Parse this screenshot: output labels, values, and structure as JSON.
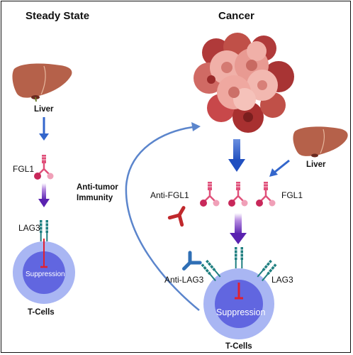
{
  "panels": {
    "left_title": "Steady State",
    "right_title": "Cancer"
  },
  "labels": {
    "liver": "Liver",
    "fgl1": "FGL1",
    "lag3": "LAG3",
    "suppression": "Suppression",
    "t_cells": "T-Cells",
    "anti_tumor": "Anti-tumor",
    "immunity": "Immunity",
    "anti_fgl1": "Anti-FGL1",
    "anti_lag3": "Anti-LAG3"
  },
  "colors": {
    "liver": "#b5614a",
    "fgl1_stem": "#e0507a",
    "fgl1_ball_dark": "#c8285a",
    "fgl1_ball_light": "#f0a0b8",
    "antibody_red": "#c0282c",
    "antibody_blue": "#2f6fb5",
    "lag3_teal": "#1f7f80",
    "cell_outer": "#a9b6f3",
    "cell_inner": "#6166e0",
    "arrow_blue": "#3366cc",
    "arrow_purple": "#6a2ab8",
    "tumor_light": "#f0b0a8",
    "tumor_dark": "#b03a3a"
  },
  "icons": [
    "liver-icon",
    "fgl1-icon",
    "lag3-receptor-icon",
    "anti-fgl1-antibody-icon",
    "anti-lag3-antibody-icon",
    "tumor-cells-icon",
    "t-cell-icon"
  ]
}
